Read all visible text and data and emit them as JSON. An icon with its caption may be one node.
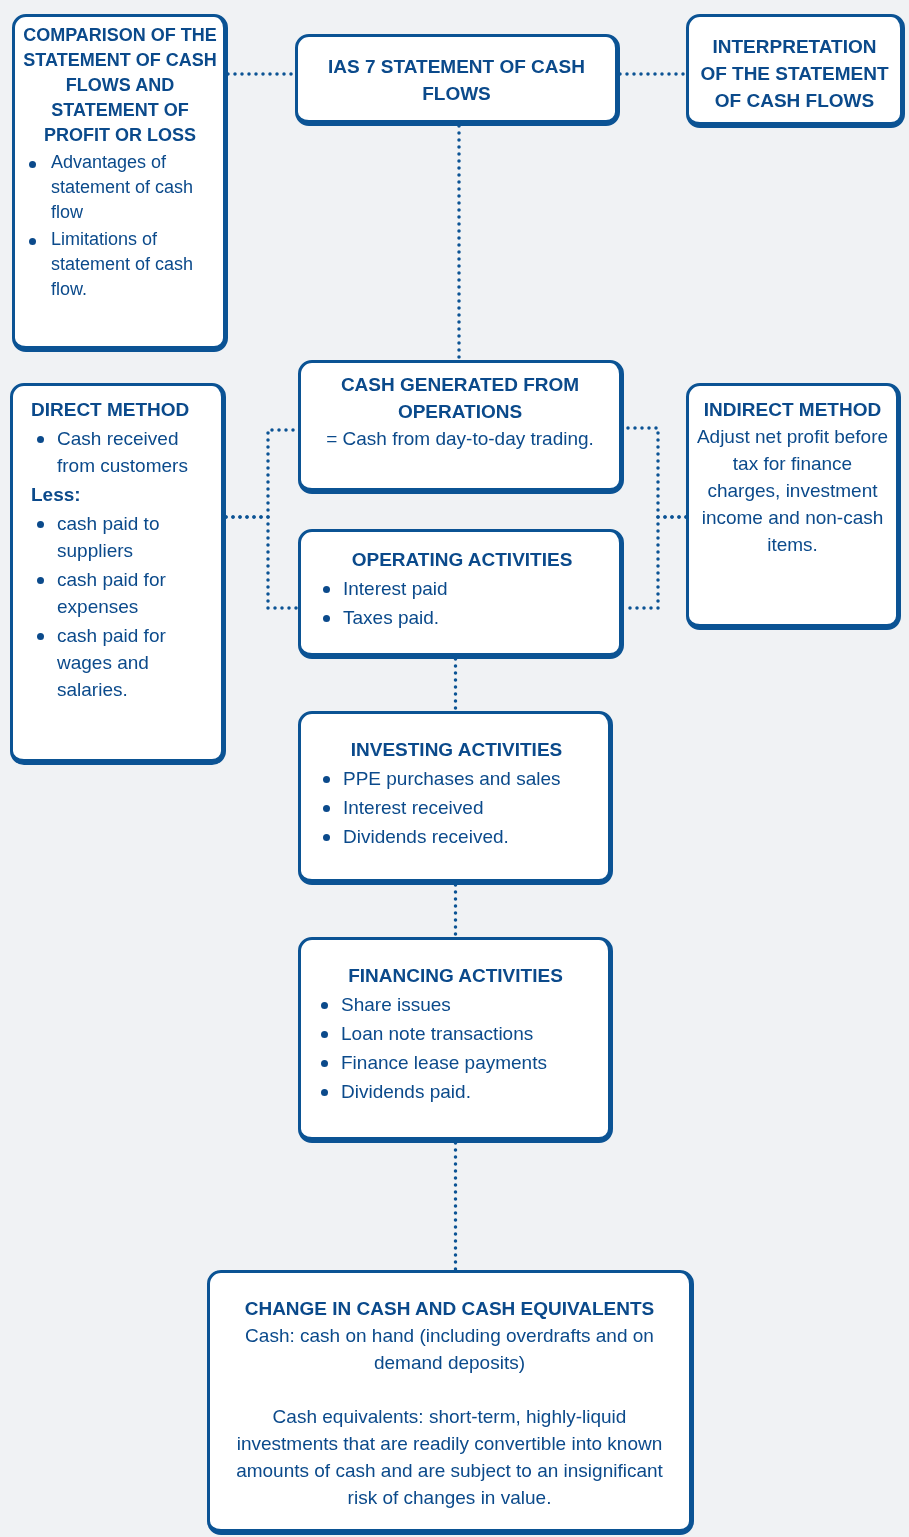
{
  "diagram": {
    "nodes": [
      {
        "text": [
          "COMPARISON OF THE STATEMENT OF CASH FLOWS AND STATEMENT OF PROFIT OR LOSS",
          "Advantages of statement of cash flow",
          "Limitations of statement of cash flow."
        ]
      },
      {
        "text": [
          "IAS 7 STATEMENT OF CASH FLOWS"
        ]
      },
      {
        "text": [
          "INTERPRETATION OF THE STATEMENT OF CASH FLOWS"
        ]
      },
      {
        "text": [
          "DIRECT METHOD",
          "Cash received from customers",
          "Less:",
          "cash paid to suppliers",
          "cash paid for expenses",
          "cash paid for wages and salaries."
        ]
      },
      {
        "text": [
          "CASH GENERATED FROM OPERATIONS",
          "= Cash from day-to-day trading."
        ]
      },
      {
        "text": [
          "INDIRECT METHOD",
          "Adjust net profit before tax for finance charges, investment income and non-cash items."
        ]
      },
      {
        "text": [
          "OPERATING ACTIVITIES",
          "Interest paid",
          "Taxes paid."
        ]
      },
      {
        "text": [
          "INVESTING ACTIVITIES",
          "PPE purchases and sales",
          "Interest received",
          "Dividends received."
        ]
      },
      {
        "text": [
          "FINANCING ACTIVITIES",
          "Share issues",
          "Loan note transactions",
          "Finance lease payments",
          "Dividends paid."
        ]
      },
      {
        "text": [
          "CHANGE IN CASH AND CASH EQUIVALENTS",
          "Cash: cash on hand (including overdrafts and on demand deposits)",
          "Cash equivalents: short-term, highly-liquid investments that are readily convertible into known amounts of cash and are subject to an insignificant risk of changes in value."
        ]
      }
    ],
    "edges": [
      {
        "from": 0,
        "to": 1,
        "arrow": "none"
      },
      {
        "from": 1,
        "to": 2,
        "arrow": "none"
      },
      {
        "from": 1,
        "to": 4,
        "arrow": "none"
      },
      {
        "from": 3,
        "to": 4,
        "arrow": "none"
      },
      {
        "from": 3,
        "to": 6,
        "arrow": "none"
      },
      {
        "from": 5,
        "to": 4,
        "arrow": "none"
      },
      {
        "from": 5,
        "to": 6,
        "arrow": "none"
      },
      {
        "from": 6,
        "to": 7,
        "arrow": "none"
      },
      {
        "from": 7,
        "to": 8,
        "arrow": "none"
      },
      {
        "from": 8,
        "to": 9,
        "arrow": "none"
      }
    ]
  }
}
